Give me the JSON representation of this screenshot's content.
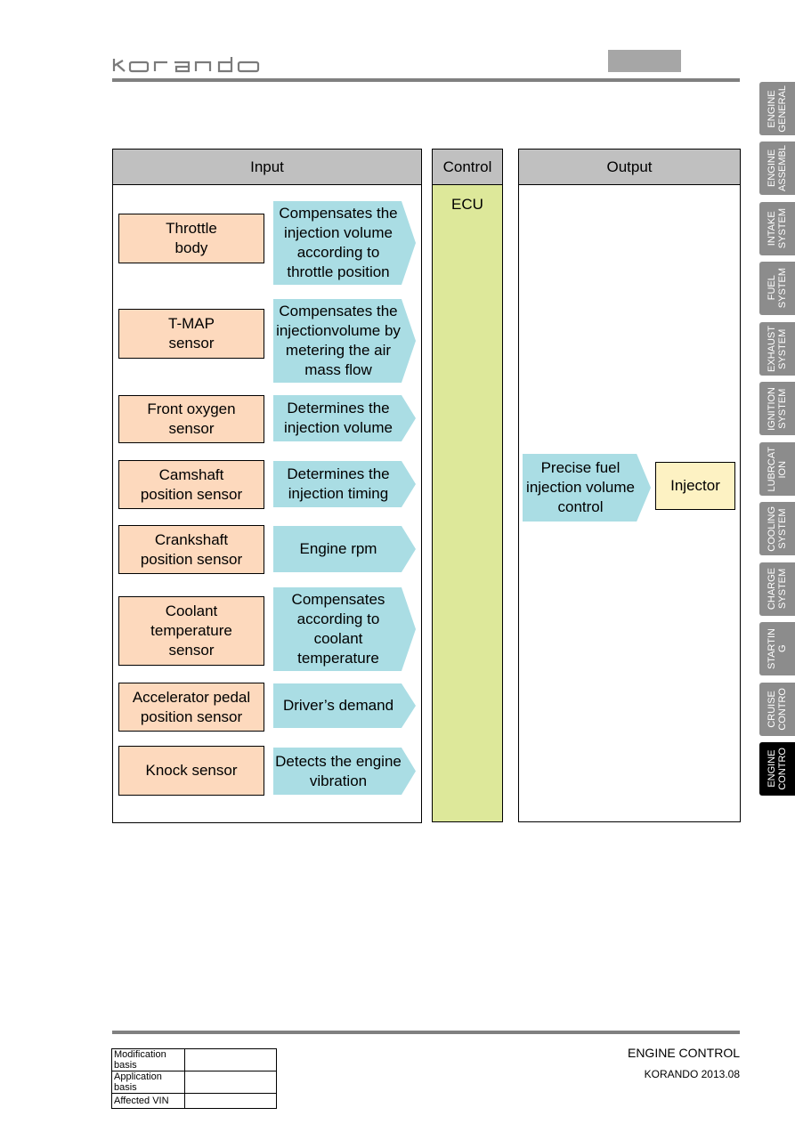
{
  "header": {
    "brand": "korando"
  },
  "side_tabs": [
    {
      "label": "ENGINE\nGENERAL",
      "active": false
    },
    {
      "label": "ENGINE\nASSEMBL",
      "active": false
    },
    {
      "label": "INTAKE\nSYSTEM",
      "active": false
    },
    {
      "label": "FUEL\nSYSTEM",
      "active": false
    },
    {
      "label": "EXHAUST\nSYSTEM",
      "active": false
    },
    {
      "label": "IGNITION\nSYSTEM",
      "active": false
    },
    {
      "label": "LUBRCAT\nION",
      "active": false
    },
    {
      "label": "COOLING\nSYSTEM",
      "active": false
    },
    {
      "label": "CHARGE\nSYSTEM",
      "active": false
    },
    {
      "label": "STARTIN\nG",
      "active": false
    },
    {
      "label": "CRUISE\nCONTRO",
      "active": false
    },
    {
      "label": "ENGINE\nCONTRO",
      "active": true
    }
  ],
  "diagram": {
    "input_header": "Input",
    "control_header": "Control",
    "output_header": "Output",
    "control_label": "ECU",
    "inputs": [
      {
        "sensor": "Throttle\nbody",
        "function": "Compensates the\ninjection volume\naccording to\nthrottle position"
      },
      {
        "sensor": "T-MAP\nsensor",
        "function": "Compensates the\ninjectionvolume by\nmetering the air\nmass flow"
      },
      {
        "sensor": "Front oxygen\nsensor",
        "function": "Determines the\ninjection volume"
      },
      {
        "sensor": "Camshaft\nposition sensor",
        "function": "Determines the\ninjection timing"
      },
      {
        "sensor": "Crankshaft\nposition sensor",
        "function": "Engine rpm"
      },
      {
        "sensor": "Coolant\ntemperature\nsensor",
        "function": "Compensates\naccording to\ncoolant\ntemperature"
      },
      {
        "sensor": "Accelerator pedal\nposition sensor",
        "function": "Driver’s demand"
      },
      {
        "sensor": "Knock sensor",
        "function": "Detects the engine\nvibration"
      }
    ],
    "output_function": "Precise fuel\ninjection volume\ncontrol",
    "output_device": "Injector"
  },
  "footer": {
    "table": [
      {
        "label": "Modification basis",
        "value": ""
      },
      {
        "label": "Application basis",
        "value": ""
      },
      {
        "label": "Affected VIN",
        "value": ""
      }
    ],
    "section_title": "ENGINE CONTROL",
    "manual_id": "KORANDO 2013.08"
  }
}
